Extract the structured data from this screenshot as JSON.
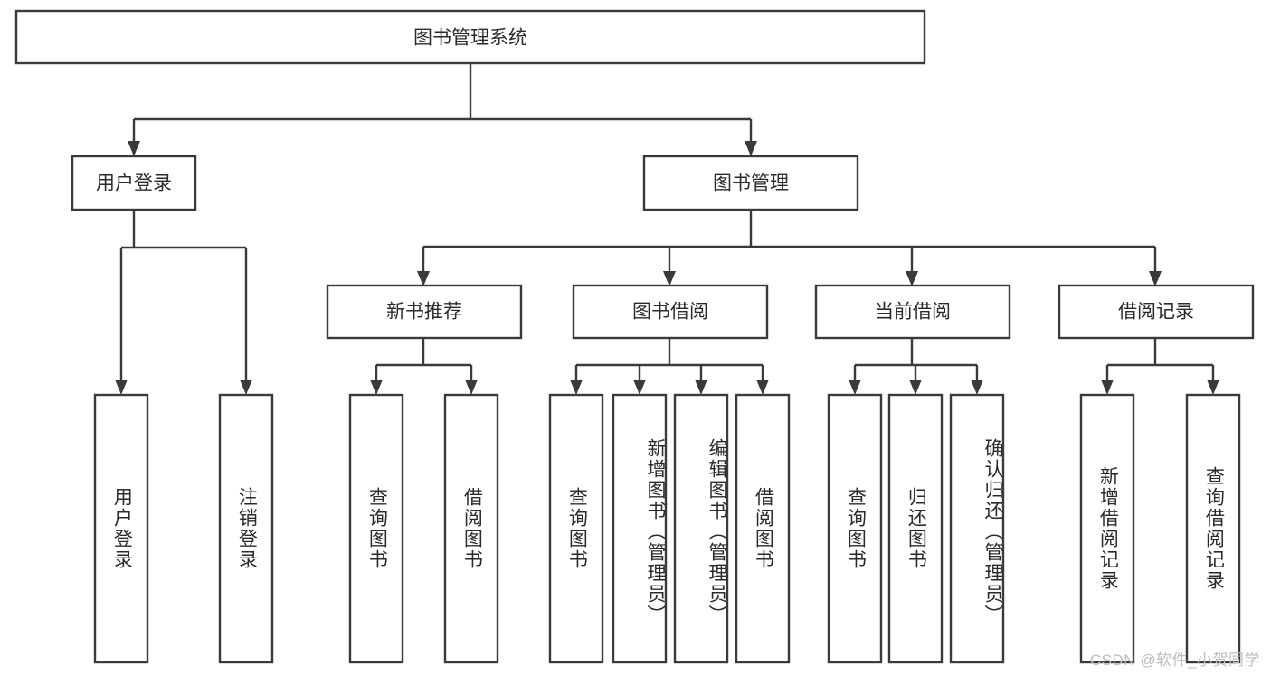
{
  "diagram": {
    "title": "图书管理系统",
    "style": {
      "box_fill": "#ffffff",
      "box_stroke": "#3a3a3a",
      "text_color": "#2b2b2b",
      "watermark_color": "#bdbdbd",
      "background": "#ffffff"
    },
    "root": {
      "label": "图书管理系统"
    },
    "level2": [
      {
        "label": "用户登录"
      },
      {
        "label": "图书管理"
      }
    ],
    "level3": [
      {
        "label": "新书推荐"
      },
      {
        "label": "图书借阅"
      },
      {
        "label": "当前借阅"
      },
      {
        "label": "借阅记录"
      }
    ],
    "leaves": {
      "user_login": [
        {
          "label": "用户登录"
        },
        {
          "label": "注销登录"
        }
      ],
      "new_book_recommend": [
        {
          "label": "查询图书"
        },
        {
          "label": "借阅图书"
        }
      ],
      "book_borrow": [
        {
          "label": "查询图书"
        },
        {
          "label": "新增图书（管理员）"
        },
        {
          "label": "编辑图书（管理员）"
        },
        {
          "label": "借阅图书"
        }
      ],
      "current_borrow": [
        {
          "label": "查询图书"
        },
        {
          "label": "归还图书"
        },
        {
          "label": "确认归还（管理员）"
        }
      ],
      "borrow_records": [
        {
          "label": "新增借阅记录"
        },
        {
          "label": "查询借阅记录"
        }
      ]
    }
  },
  "watermark": {
    "text": "CSDN @软件_小贺同学"
  }
}
